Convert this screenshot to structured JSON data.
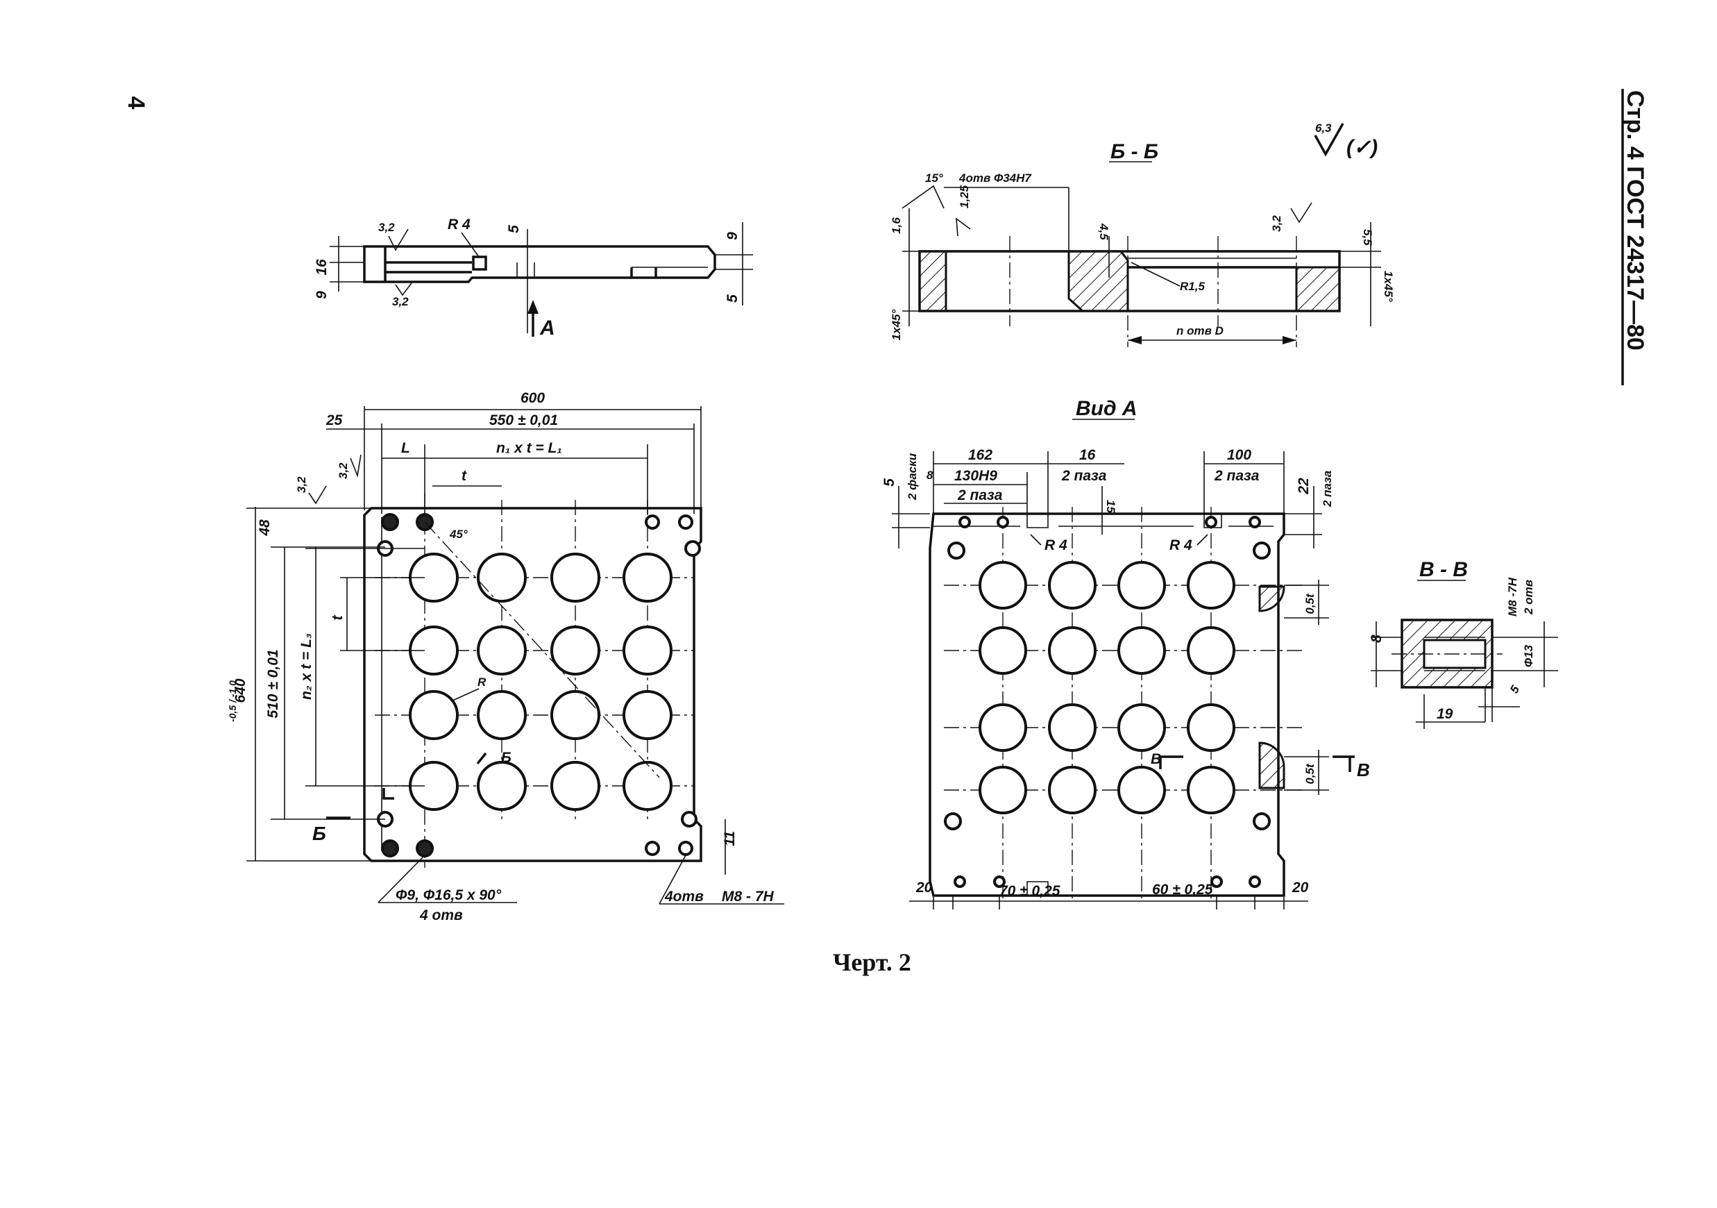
{
  "page_number": "4",
  "header": {
    "page_ref": "Стр. 4 ГОСТ 24317—80"
  },
  "caption": "Черт. 2",
  "roughness_general": {
    "value": "6,3",
    "symbol_note": "(✓)"
  },
  "top_section": {
    "roughness": "3,2",
    "roughness_bottom": "3,2",
    "radius": "R 4",
    "dim_left_total": "16",
    "dim_left_lower": "9",
    "dim_center": "5",
    "dim_right_upper": "9",
    "dim_right_lower": "5",
    "view_arrow": "A"
  },
  "section_bb": {
    "title": "Б - Б",
    "angle": "15°",
    "holes_label": "4отв Ф34Н7",
    "roughness_left": "1,25",
    "dim_left_upper": "1,6",
    "dim_left_lower": "1x45°",
    "dim_mid": "4,5",
    "roughness_right": "3,2",
    "radius": "R1,5",
    "dim_right_upper": "5,5",
    "dim_right_lower": "1x45°",
    "holes_count": "n отв D"
  },
  "plan_view": {
    "dim_total_width": "600",
    "dim_inner_width": "550 ± 0,01",
    "dim_offset_left": "25",
    "dim_L": "L",
    "dim_pitch_total_x": "n₁ x t = L₁",
    "dim_t_x": "t",
    "roughness_side": "3,2",
    "roughness_corner": "3,2",
    "dim_48": "48",
    "dim_total_height": "640",
    "dim_total_height_tol": "-0,5 / -1,0",
    "dim_inner_height": "510 ± 0,01",
    "dim_pitch_total_y": "n₂ x t = L₃",
    "dim_t_y": "t",
    "angle": "45°",
    "radius": "R",
    "section_mark": "Б",
    "section_mark_2": "Б",
    "callout_holes": "Ф9, Ф16,5 x 90°",
    "callout_holes_count": "4 отв",
    "callout_thread_count": "4отв",
    "callout_thread": "M8 - 7H",
    "dim_11": "11"
  },
  "view_a": {
    "title": "Вид А",
    "dim_5": "5",
    "chamfer_label": "2 фаски",
    "chamfer_dim": "8",
    "dim_162": "162",
    "dim_130": "130H9",
    "slots_left": "2 паза",
    "dim_16": "16",
    "slots_16": "2 паза",
    "dim_15": "15",
    "dim_100": "100",
    "slots_100": "2 паза",
    "dim_22": "22",
    "slots_22": "2 паза",
    "radius_left": "R 4",
    "radius_right": "R 4",
    "dim_05t_top": "0,5t",
    "dim_05t_bottom": "0,5t",
    "section_mark": "В",
    "section_mark_right": "В",
    "dim_20_left": "20",
    "dim_70": "70 ± 0,25",
    "dim_60": "60 ± 0,25",
    "dim_20_right": "20"
  },
  "section_vv": {
    "title": "В - В",
    "dim_8": "8",
    "thread": "M8 -7H",
    "holes": "2 отв",
    "dia": "Ф13",
    "dim_5": "5",
    "dim_19": "19"
  }
}
